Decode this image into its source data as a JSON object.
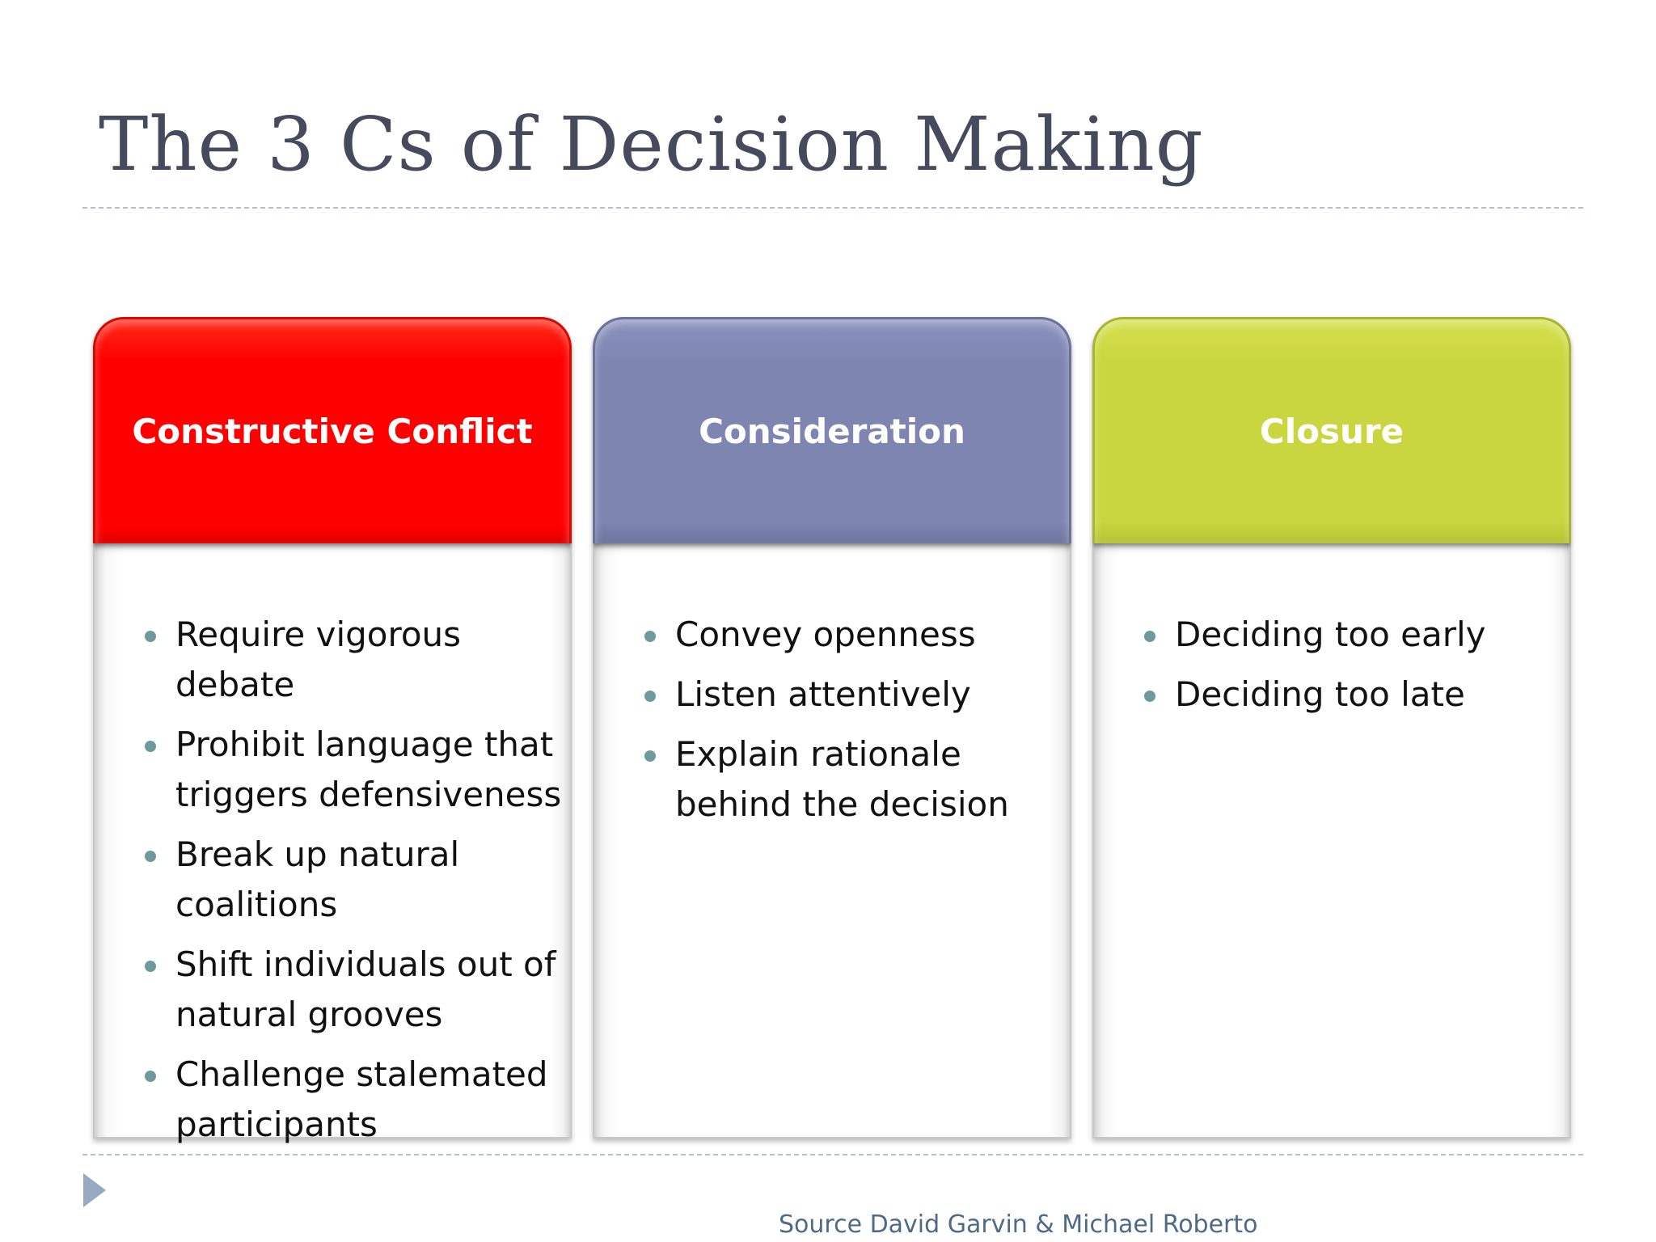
{
  "slide": {
    "title": "The 3 Cs of Decision Making",
    "source": "Source David Garvin & Michael Roberto"
  },
  "columns": [
    {
      "header": "Constructive Conflict",
      "color": "#ff0000",
      "bullets": [
        "Require vigorous debate",
        "Prohibit language that triggers defensiveness",
        "Break up natural coalitions",
        "Shift individuals out of natural grooves",
        "Challenge stalemated participants"
      ]
    },
    {
      "header": "Consideration",
      "color": "#7e85b1",
      "bullets": [
        "Convey openness",
        "Listen attentively",
        "Explain rationale behind the decision"
      ]
    },
    {
      "header": "Closure",
      "color": "#c9d63f",
      "bullets": [
        "Deciding too early",
        "Deciding too late"
      ]
    }
  ],
  "icons": {
    "slide_marker": "triangle-arrow-icon"
  }
}
